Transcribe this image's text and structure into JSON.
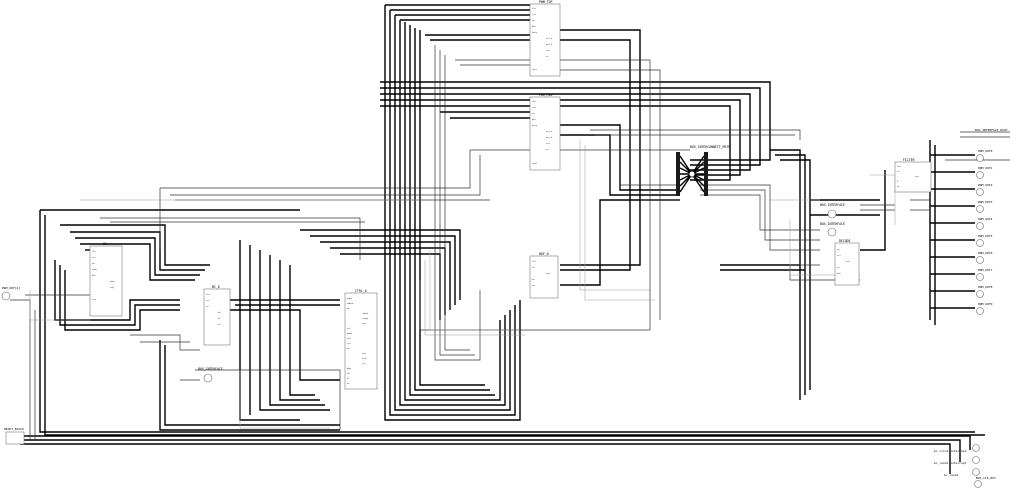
{
  "blocks": [
    {
      "id": "b_top",
      "name": "PWM_TOP",
      "pins": [
        "clk",
        "rst",
        "en",
        "din",
        "duty",
        "out_a",
        "out_b",
        "cnt",
        "ov",
        "sync"
      ]
    },
    {
      "id": "b_mid",
      "name": "PWM_MID",
      "pins": [
        "clk",
        "rst",
        "en",
        "din",
        "duty",
        "out_a",
        "out_b",
        "cnt",
        "ov",
        "sync"
      ]
    },
    {
      "id": "b_leftu",
      "name": "U1",
      "pins": [
        "clk",
        "rst",
        "we",
        "addr",
        "din",
        "dout",
        "rdy",
        "irq"
      ]
    },
    {
      "id": "b_bcast",
      "name": "BC_6",
      "pins": [
        "clk",
        "rst",
        "in",
        "o0",
        "o1",
        "o2"
      ]
    },
    {
      "id": "b_center",
      "name": "CTRL_0",
      "pins": [
        "addr",
        "wdata",
        "we",
        "rdata",
        "ready",
        "irq",
        "sel",
        "mode",
        "clk",
        "rst",
        "en",
        "cfg",
        "stat",
        "err",
        "dbg",
        "o0",
        "o1",
        "o2"
      ]
    },
    {
      "id": "b_rmid",
      "name": "BUF_0",
      "pins": [
        "clk",
        "in",
        "out",
        "en",
        "oe"
      ]
    },
    {
      "id": "b_filt",
      "name": "FILTER",
      "pins": [
        "clk",
        "in",
        "out",
        "k",
        "en"
      ]
    },
    {
      "id": "b_right",
      "name": "DECODE",
      "pins": [
        "in",
        "sel",
        "out",
        "en",
        "ack"
      ]
    },
    {
      "id": "b_xbar",
      "name": "BUS_INTERCONNECT_MSTR"
    },
    {
      "id": "b_small1",
      "name": "BUS_INTERFACE"
    },
    {
      "id": "b_small2",
      "name": "BUS_INTERFACE"
    },
    {
      "id": "b_small3",
      "name": "BUS_INTERFACE"
    }
  ],
  "ports": [
    {
      "id": "p_in",
      "label": "PWM_OUT[4]"
    },
    {
      "id": "p_top",
      "label": "BUS_INTERFACE_ROOT"
    },
    {
      "id": "p_r1",
      "label": "PWM_OUT0"
    },
    {
      "id": "p_r2",
      "label": "PWM_OUT1"
    },
    {
      "id": "p_r3",
      "label": "PWM_OUT2"
    },
    {
      "id": "p_r4",
      "label": "PWM_OUT3"
    },
    {
      "id": "p_r5",
      "label": "PWM_OUT4"
    },
    {
      "id": "p_r6",
      "label": "PWM_OUT5"
    },
    {
      "id": "p_r7",
      "label": "PWM_OUT6"
    },
    {
      "id": "p_r8",
      "label": "PWM_OUT7"
    },
    {
      "id": "p_r9",
      "label": "PWM_OUT8"
    },
    {
      "id": "p_r10",
      "label": "PWM_OUT9"
    },
    {
      "id": "p_b1",
      "label": "bc_clock_interrupt"
    },
    {
      "id": "p_b2",
      "label": "bc_reset_interrupt"
    },
    {
      "id": "p_b3",
      "label": "bc_reset"
    },
    {
      "id": "p_b4",
      "label": "BUS_CLK_RST"
    }
  ],
  "bottom_left_label": "RESET_BLOCK",
  "colors": {
    "wire": "#000000",
    "wire_thin": "#333333",
    "wire_faint": "#999999",
    "block_border": "#777777",
    "background": "#ffffff"
  }
}
